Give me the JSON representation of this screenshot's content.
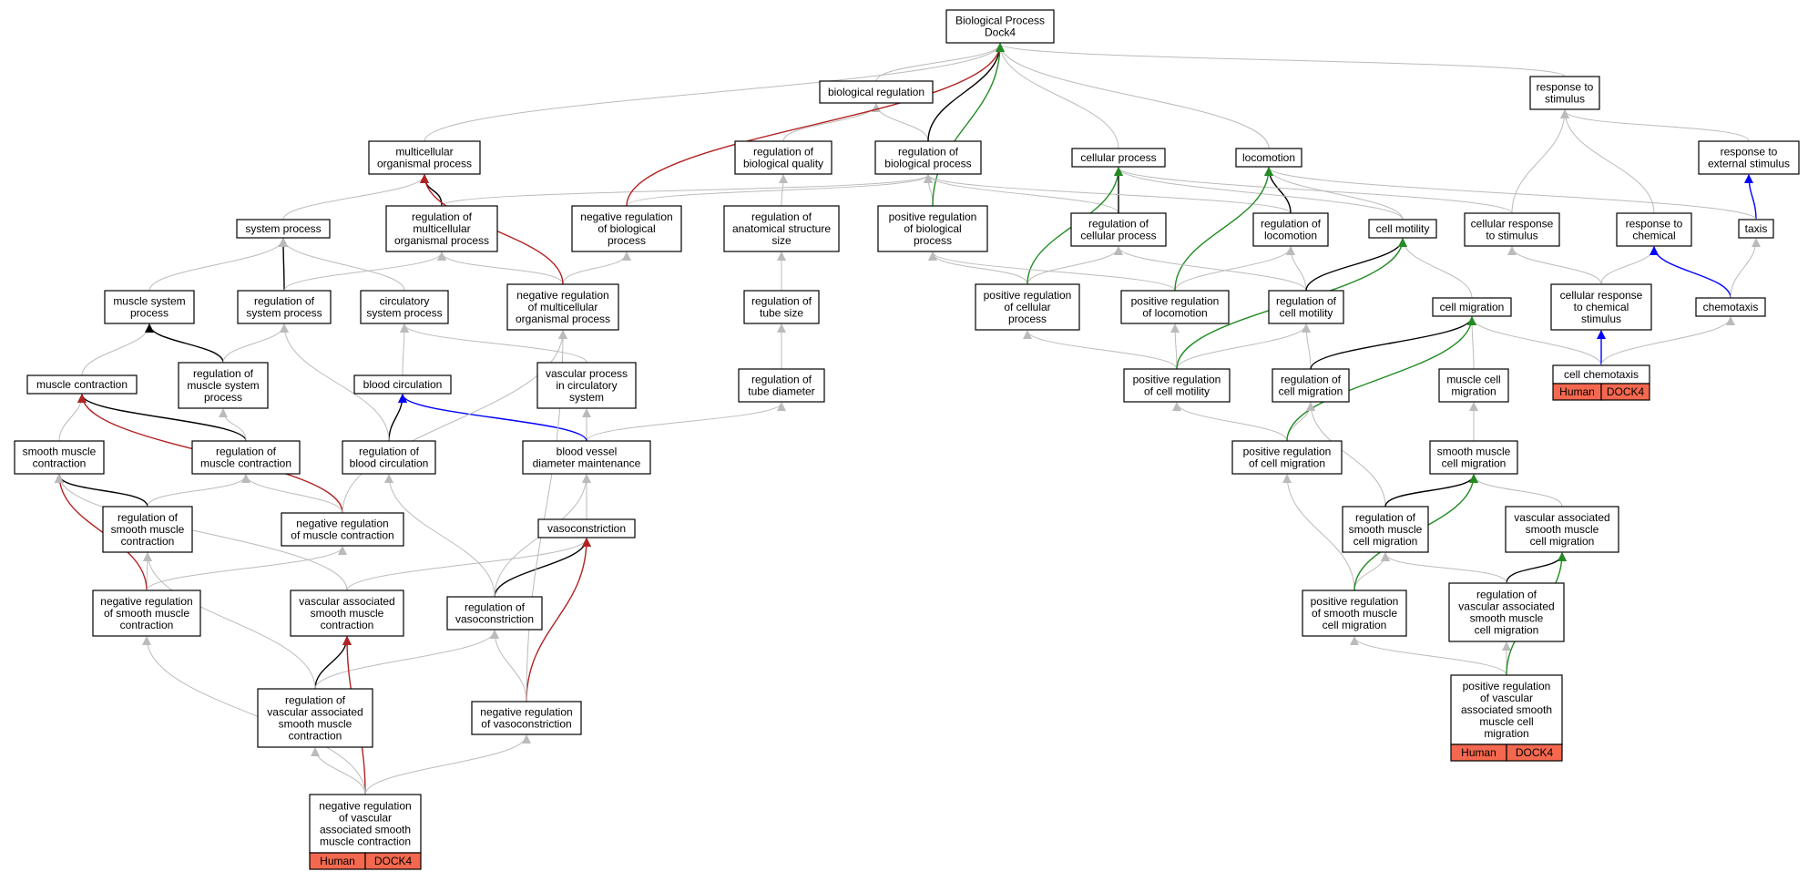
{
  "nodes": {
    "root": [
      "Biological Process",
      "Dock4"
    ],
    "biological_regulation": [
      "biological regulation"
    ],
    "response_to_stimulus": [
      "response to",
      "stimulus"
    ],
    "multicellular_organismal_process": [
      "multicellular",
      "organismal process"
    ],
    "regulation_of_biological_quality": [
      "regulation of",
      "biological quality"
    ],
    "regulation_of_biological_process": [
      "regulation of",
      "biological process"
    ],
    "cellular_process": [
      "cellular process"
    ],
    "locomotion": [
      "locomotion"
    ],
    "response_to_external_stimulus": [
      "response to",
      "external stimulus"
    ],
    "system_process": [
      "system process"
    ],
    "regulation_of_multicellular_organismal_process": [
      "regulation of",
      "multicellular",
      "organismal process"
    ],
    "negative_regulation_of_biological_process": [
      "negative regulation",
      "of biological",
      "process"
    ],
    "regulation_of_anatomical_structure_size": [
      "regulation of",
      "anatomical structure",
      "size"
    ],
    "positive_regulation_of_biological_process": [
      "positive regulation",
      "of biological",
      "process"
    ],
    "regulation_of_cellular_process": [
      "regulation of",
      "cellular process"
    ],
    "regulation_of_locomotion": [
      "regulation of",
      "locomotion"
    ],
    "cell_motility": [
      "cell motility"
    ],
    "cellular_response_to_stimulus": [
      "cellular response",
      "to stimulus"
    ],
    "response_to_chemical": [
      "response to",
      "chemical"
    ],
    "taxis": [
      "taxis"
    ],
    "muscle_system_process": [
      "muscle system",
      "process"
    ],
    "regulation_of_system_process": [
      "regulation of",
      "system process"
    ],
    "circulatory_system_process": [
      "circulatory",
      "system process"
    ],
    "negative_regulation_of_multicellular_organismal_process": [
      "negative regulation",
      "of multicellular",
      "organismal process"
    ],
    "regulation_of_tube_size": [
      "regulation of",
      "tube size"
    ],
    "positive_regulation_of_cellular_process": [
      "positive regulation",
      "of cellular",
      "process"
    ],
    "positive_regulation_of_locomotion": [
      "positive regulation",
      "of locomotion"
    ],
    "regulation_of_cell_motility": [
      "regulation of",
      "cell motility"
    ],
    "cell_migration": [
      "cell migration"
    ],
    "cellular_response_to_chemical_stimulus": [
      "cellular response",
      "to chemical",
      "stimulus"
    ],
    "chemotaxis": [
      "chemotaxis"
    ],
    "muscle_contraction": [
      "muscle contraction"
    ],
    "regulation_of_muscle_system_process": [
      "regulation of",
      "muscle system",
      "process"
    ],
    "blood_circulation": [
      "blood circulation"
    ],
    "vascular_process_in_circulatory_system": [
      "vascular process",
      "in circulatory",
      "system"
    ],
    "regulation_of_tube_diameter": [
      "regulation of",
      "tube diameter"
    ],
    "positive_regulation_of_cell_motility": [
      "positive regulation",
      "of cell motility"
    ],
    "regulation_of_cell_migration": [
      "regulation of",
      "cell migration"
    ],
    "muscle_cell_migration": [
      "muscle cell",
      "migration"
    ],
    "cell_chemotaxis": [
      "cell chemotaxis"
    ],
    "smooth_muscle_contraction": [
      "smooth muscle",
      "contraction"
    ],
    "regulation_of_muscle_contraction": [
      "regulation of",
      "muscle contraction"
    ],
    "regulation_of_blood_circulation": [
      "regulation of",
      "blood circulation"
    ],
    "blood_vessel_diameter_maintenance": [
      "blood vessel",
      "diameter maintenance"
    ],
    "positive_regulation_of_cell_migration": [
      "positive regulation",
      "of cell migration"
    ],
    "smooth_muscle_cell_migration": [
      "smooth muscle",
      "cell migration"
    ],
    "regulation_of_smooth_muscle_contraction": [
      "regulation of",
      "smooth muscle",
      "contraction"
    ],
    "negative_regulation_of_muscle_contraction": [
      "negative regulation",
      "of muscle contraction"
    ],
    "vasoconstriction": [
      "vasoconstriction"
    ],
    "regulation_of_smooth_muscle_cell_migration": [
      "regulation of",
      "smooth muscle",
      "cell migration"
    ],
    "vascular_associated_smooth_muscle_cell_migration": [
      "vascular associated",
      "smooth muscle",
      "cell migration"
    ],
    "negative_regulation_of_smooth_muscle_contraction": [
      "negative regulation",
      "of smooth muscle",
      "contraction"
    ],
    "vascular_associated_smooth_muscle_contraction": [
      "vascular associated",
      "smooth muscle",
      "contraction"
    ],
    "regulation_of_vasoconstriction": [
      "regulation of",
      "vasoconstriction"
    ],
    "positive_regulation_of_smooth_muscle_cell_migration": [
      "positive regulation",
      "of smooth muscle",
      "cell migration"
    ],
    "regulation_of_vascular_associated_smooth_muscle_cell_migration": [
      "regulation of",
      "vascular associated",
      "smooth muscle",
      "cell migration"
    ],
    "regulation_of_vascular_associated_smooth_muscle_contraction": [
      "regulation of",
      "vascular associated",
      "smooth muscle",
      "contraction"
    ],
    "negative_regulation_of_vasoconstriction": [
      "negative regulation",
      "of vasoconstriction"
    ],
    "positive_regulation_of_vascular_associated_smooth_muscle_cell_migration": [
      "positive regulation",
      "of vascular",
      "associated smooth",
      "muscle cell",
      "migration"
    ],
    "negative_regulation_of_vascular_associated_smooth_muscle_contraction": [
      "negative regulation",
      "of vascular",
      "associated smooth",
      "muscle contraction"
    ]
  },
  "annotation_labels": {
    "species": "Human",
    "gene": "DOCK4"
  },
  "annotated_terms": [
    "cell_chemotaxis",
    "positive_regulation_of_vascular_associated_smooth_muscle_cell_migration",
    "negative_regulation_of_vascular_associated_smooth_muscle_contraction"
  ],
  "edge_colors": {
    "is_a": "#bbbbbb",
    "part_of": "#000000",
    "regulates": "#0000ff",
    "negatively_regulates": "#b22222",
    "positively_regulates": "#228b22"
  },
  "annotation_fill": "#f4684f"
}
